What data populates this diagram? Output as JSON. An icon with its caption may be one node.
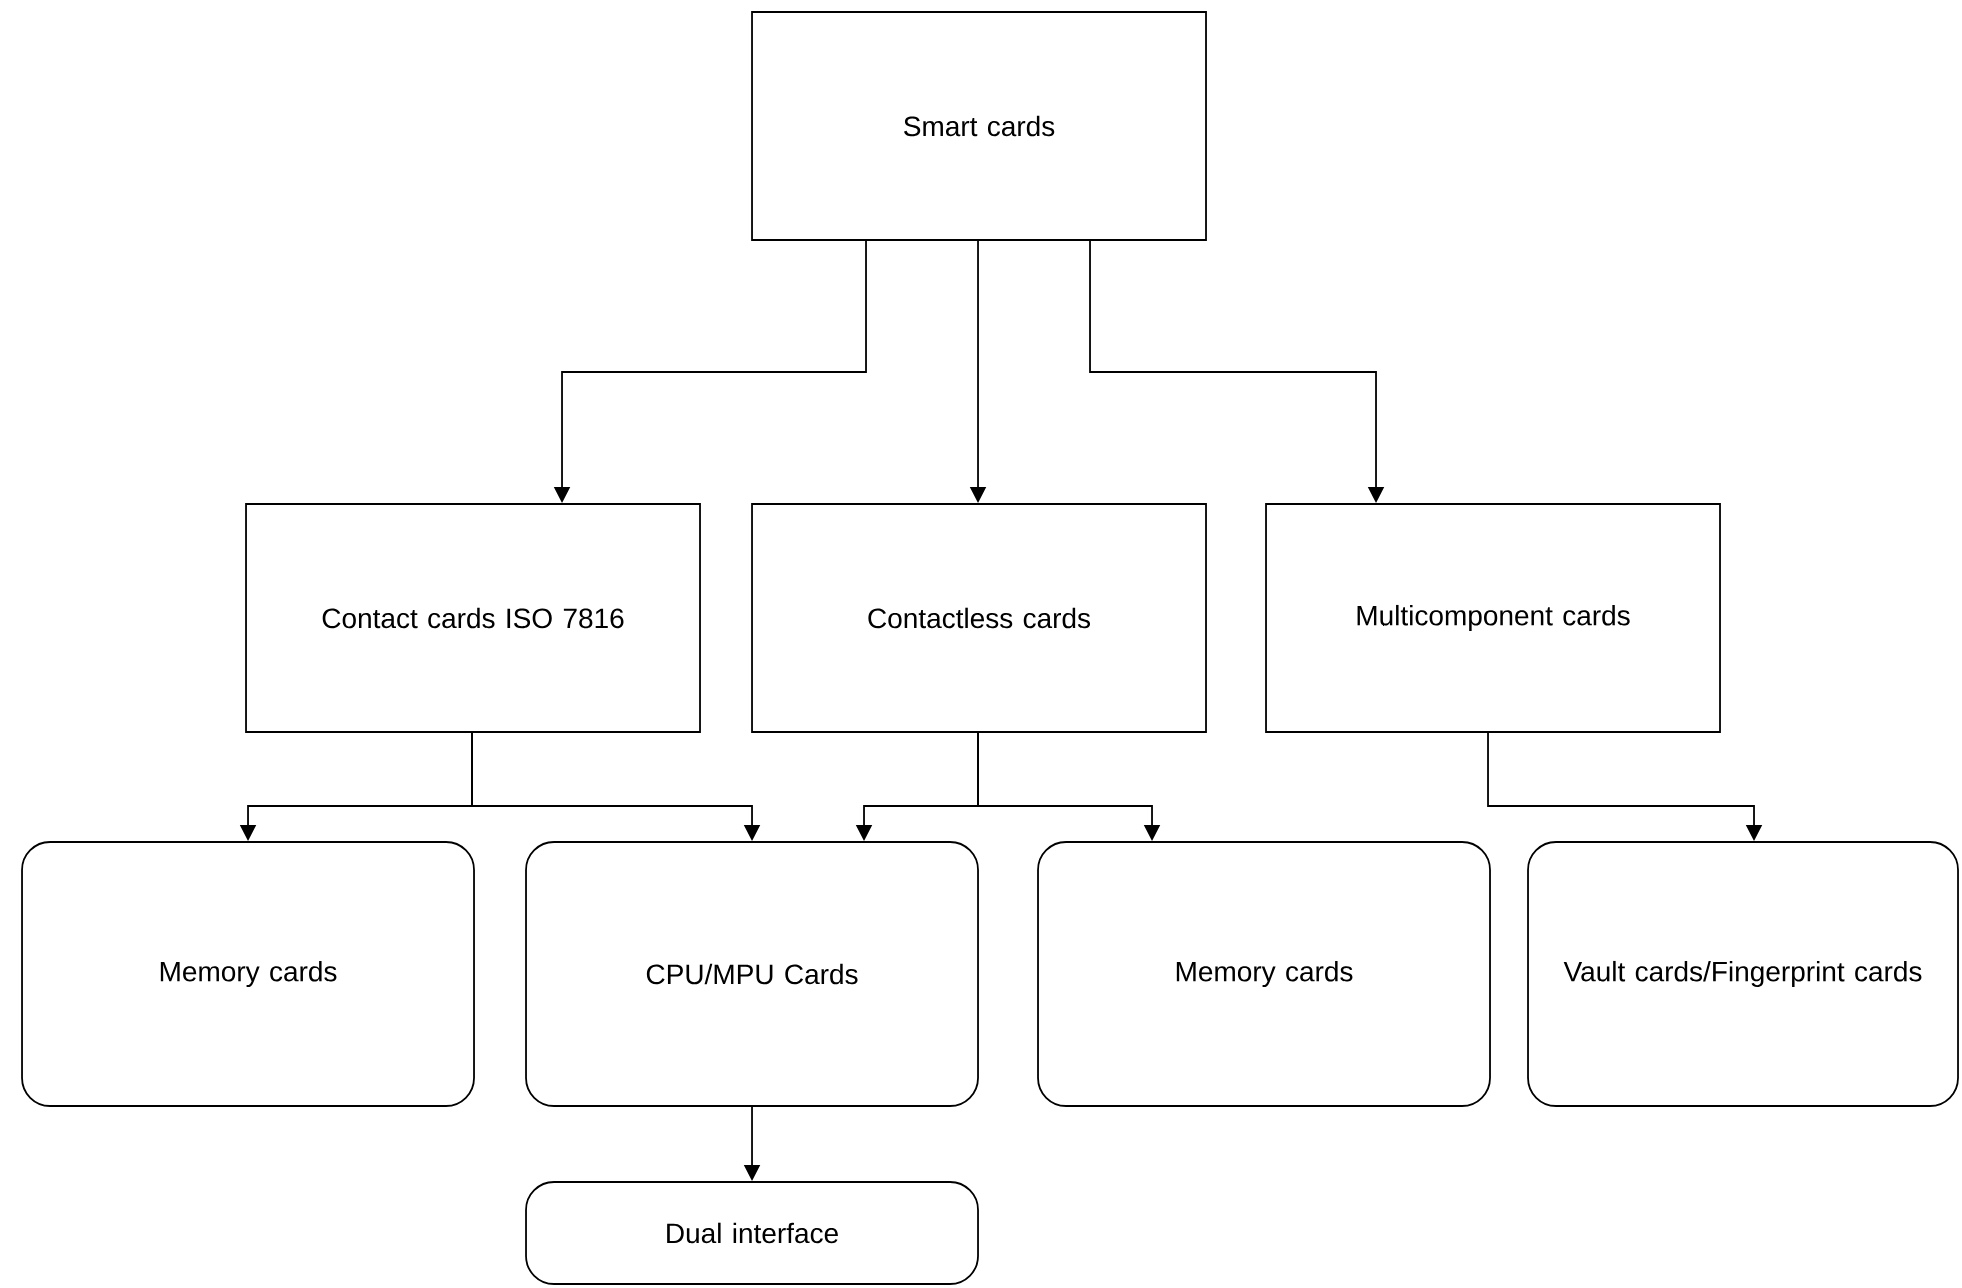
{
  "diagram": {
    "nodes": [
      {
        "text": [
          "Smart cards"
        ]
      },
      {
        "text": [
          "Contact cards ISO 7816"
        ]
      },
      {
        "text": [
          "Contactless cards"
        ]
      },
      {
        "text": [
          "Multicomponent cards"
        ]
      },
      {
        "text": [
          "Memory cards"
        ]
      },
      {
        "text": [
          "CPU/MPU Cards"
        ]
      },
      {
        "text": [
          "Memory cards"
        ]
      },
      {
        "text": [
          "Vault cards/Fingerprint cards"
        ]
      },
      {
        "text": [
          "Dual interface"
        ]
      }
    ],
    "edges": [
      {
        "from": 0,
        "to": 1,
        "arrow": "to"
      },
      {
        "from": 0,
        "to": 2,
        "arrow": "to"
      },
      {
        "from": 0,
        "to": 3,
        "arrow": "to"
      },
      {
        "from": 1,
        "to": 4,
        "arrow": "to"
      },
      {
        "from": 1,
        "to": 5,
        "arrow": "to"
      },
      {
        "from": 2,
        "to": 5,
        "arrow": "to"
      },
      {
        "from": 2,
        "to": 6,
        "arrow": "to"
      },
      {
        "from": 3,
        "to": 7,
        "arrow": "to"
      },
      {
        "from": 5,
        "to": 8,
        "arrow": "to"
      }
    ]
  }
}
